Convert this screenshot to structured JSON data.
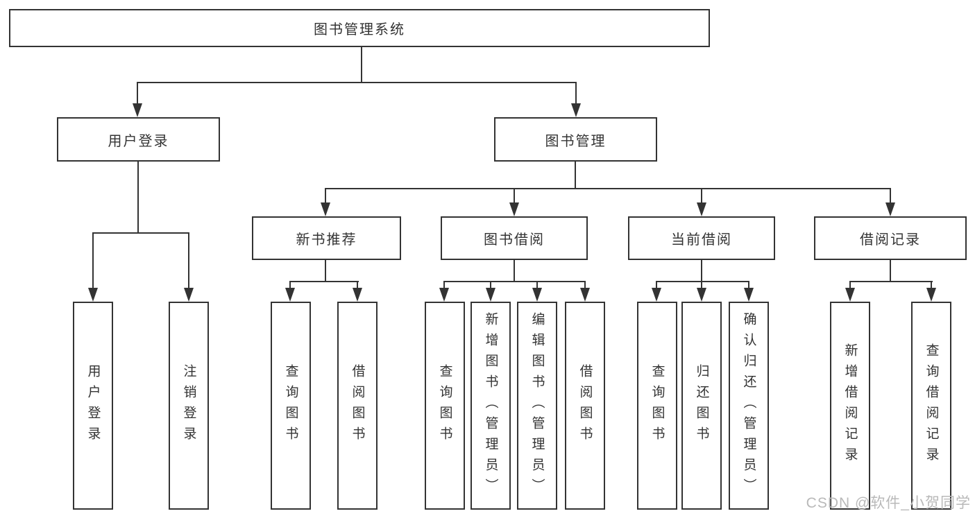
{
  "colors": {
    "line": "#333333",
    "text": "#333333",
    "box-bg": "#ffffff",
    "watermark": "#b9b9b9"
  },
  "tree": {
    "root": {
      "label": "图书管理系统",
      "children": [
        {
          "label": "用户登录",
          "children": [
            {
              "label": "用户登录"
            },
            {
              "label": "注销登录"
            }
          ]
        },
        {
          "label": "图书管理",
          "children": [
            {
              "label": "新书推荐",
              "children": [
                {
                  "label": "查询图书"
                },
                {
                  "label": "借阅图书"
                }
              ]
            },
            {
              "label": "图书借阅",
              "children": [
                {
                  "label": "查询图书"
                },
                {
                  "label": "新增图书（管理员）"
                },
                {
                  "label": "编辑图书（管理员）"
                },
                {
                  "label": "借阅图书"
                }
              ]
            },
            {
              "label": "当前借阅",
              "children": [
                {
                  "label": "查询图书"
                },
                {
                  "label": "归还图书"
                },
                {
                  "label": "确认归还（管理员）"
                }
              ]
            },
            {
              "label": "借阅记录",
              "children": [
                {
                  "label": "新增借阅记录"
                },
                {
                  "label": "查询借阅记录"
                }
              ]
            }
          ]
        }
      ]
    }
  },
  "watermark": {
    "text": "CSDN @软件_小贺同学"
  }
}
